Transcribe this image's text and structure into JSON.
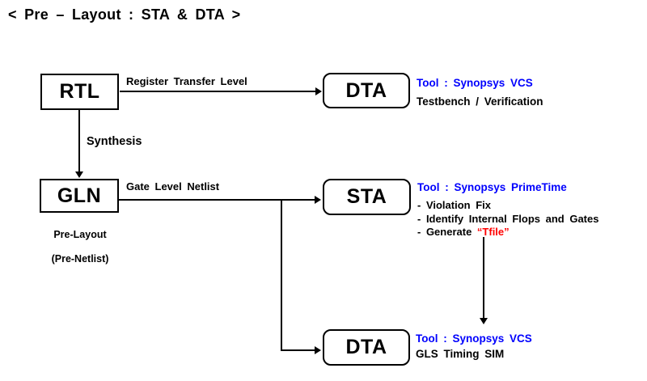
{
  "title": "< Pre – Layout : STA & DTA >",
  "palette": {
    "blue": "#0000fe",
    "red": "#ff0000",
    "black": "#000000"
  },
  "nodes": {
    "rtl": {
      "label": "RTL"
    },
    "gln": {
      "label": "GLN",
      "caption_line1": "Pre-Layout",
      "caption_line2": "(Pre-Netlist)"
    },
    "dta_top": {
      "label": "DTA"
    },
    "sta": {
      "label": "STA"
    },
    "dta_bottom": {
      "label": "DTA"
    }
  },
  "edges": {
    "rtl_to_dta": {
      "label": "Register Transfer Level"
    },
    "rtl_to_gln": {
      "label": "Synthesis"
    },
    "gln_to_sta": {
      "label": "Gate Level Netlist"
    }
  },
  "annotations": {
    "dta_top": {
      "tool": "Tool : Synopsys VCS",
      "detail": "Testbench / Verification"
    },
    "sta": {
      "tool": "Tool : Synopsys PrimeTime",
      "bullets": [
        "- Violation Fix",
        "- Identify Internal Flops and Gates"
      ],
      "bullet_generate_prefix": "- Generate ",
      "bullet_generate_highlight": "“Tfile”"
    },
    "dta_bottom": {
      "tool": "Tool : Synopsys VCS",
      "detail": "GLS Timing SIM"
    }
  }
}
